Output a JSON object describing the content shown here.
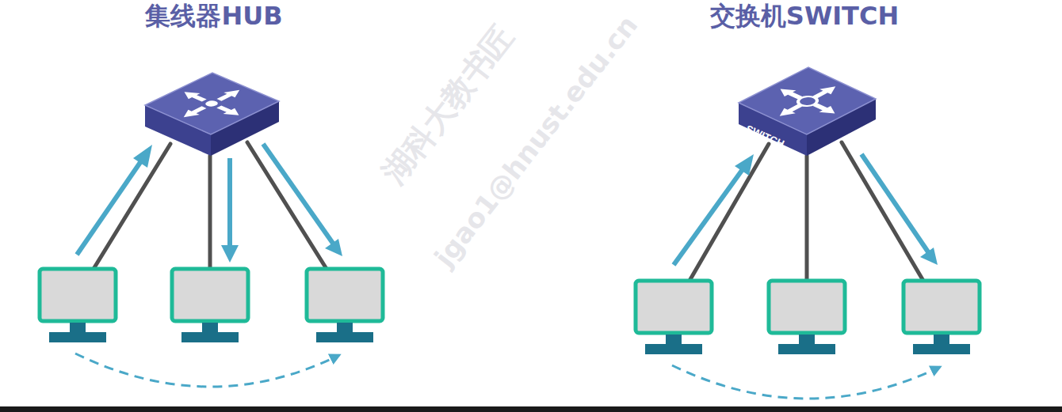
{
  "diagram": {
    "nodes": [
      {
        "text": [
          "集线器HUB"
        ]
      },
      {
        "text": [
          "交换机SWITCH",
          "SWITCH"
        ]
      }
    ],
    "labels": [
      "湖科大教书匠",
      "jgao1@hnust.edu.cn"
    ]
  }
}
